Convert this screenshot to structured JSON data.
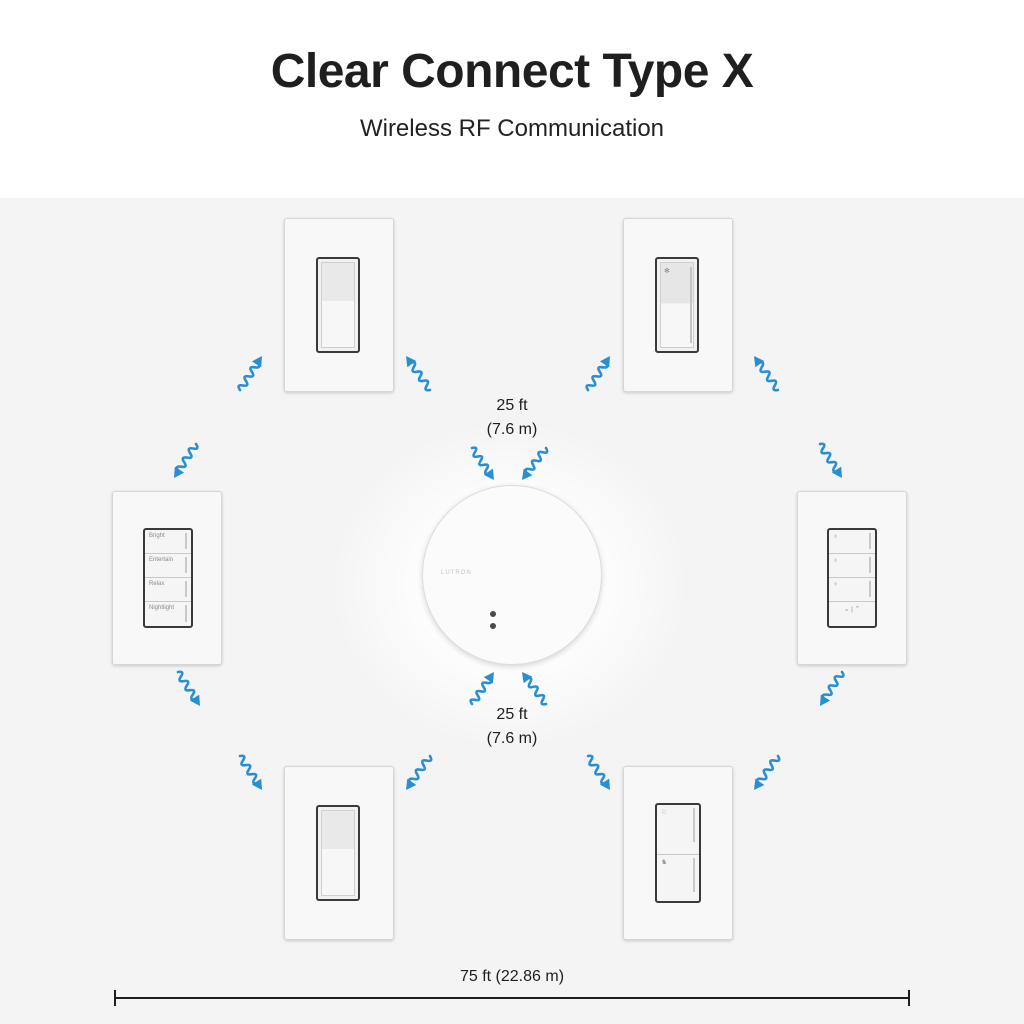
{
  "title": "Clear Connect Type X",
  "subtitle": "Wireless RF Communication",
  "hub": {
    "brand": "LUTRON",
    "leds": [
      "",
      ""
    ]
  },
  "distance_top": {
    "ft": "25 ft",
    "m": "(7.6 m)"
  },
  "distance_bottom": {
    "ft": "25 ft",
    "m": "(7.6 m)"
  },
  "scale_label": "75 ft (22.86 m)",
  "scene_keypad": [
    "Bright",
    "Entertain",
    "Relax",
    "Nightlight"
  ],
  "devices": [
    {
      "id": "top-left",
      "kind": "switch"
    },
    {
      "id": "top-right",
      "kind": "dimmer"
    },
    {
      "id": "middle-left",
      "kind": "scene-keypad"
    },
    {
      "id": "middle-right",
      "kind": "icon-keypad"
    },
    {
      "id": "bottom-left",
      "kind": "switch"
    },
    {
      "id": "bottom-right",
      "kind": "two-button"
    }
  ],
  "colors": {
    "signal": "#2a8fd0",
    "scale_line": "#1e1e1e"
  },
  "icons": {
    "signal": "wireless-signal-arrow-icon"
  }
}
